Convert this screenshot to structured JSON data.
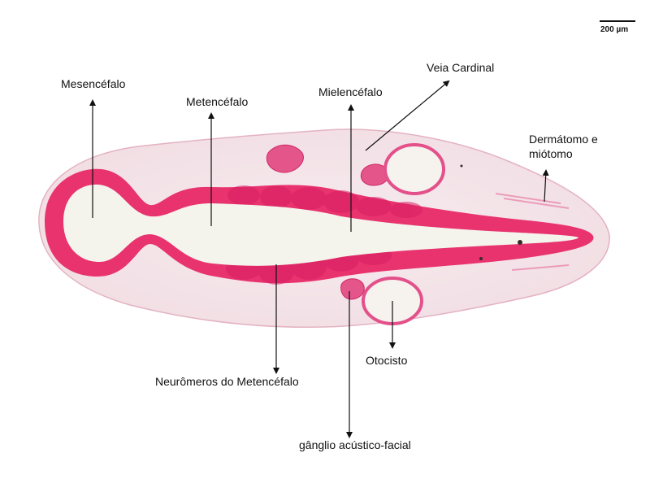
{
  "scale_bar": {
    "label": "200 µm"
  },
  "labels": {
    "mesencefalo": "Mesencéfalo",
    "metencefalo": "Metencéfalo",
    "mielencefalo": "Mielencéfalo",
    "veia_cardinal": "Veia Cardinal",
    "dermatomo": "Dermátomo e\nmiótomo",
    "neuromeros": "Neurômeros do Metencéfalo",
    "otocisto": "Otocisto",
    "ganglio": "gânglio acústico-facial"
  },
  "colors": {
    "tissue_fill": "#f3e7ea",
    "tissue_edge": "#e6b8c8",
    "neural_wall": "#e8336f",
    "neural_wall_dark": "#c8185a",
    "lumen": "#f4f4ec",
    "otocyst_ring": "#e3508a",
    "arrow": "#111111"
  }
}
